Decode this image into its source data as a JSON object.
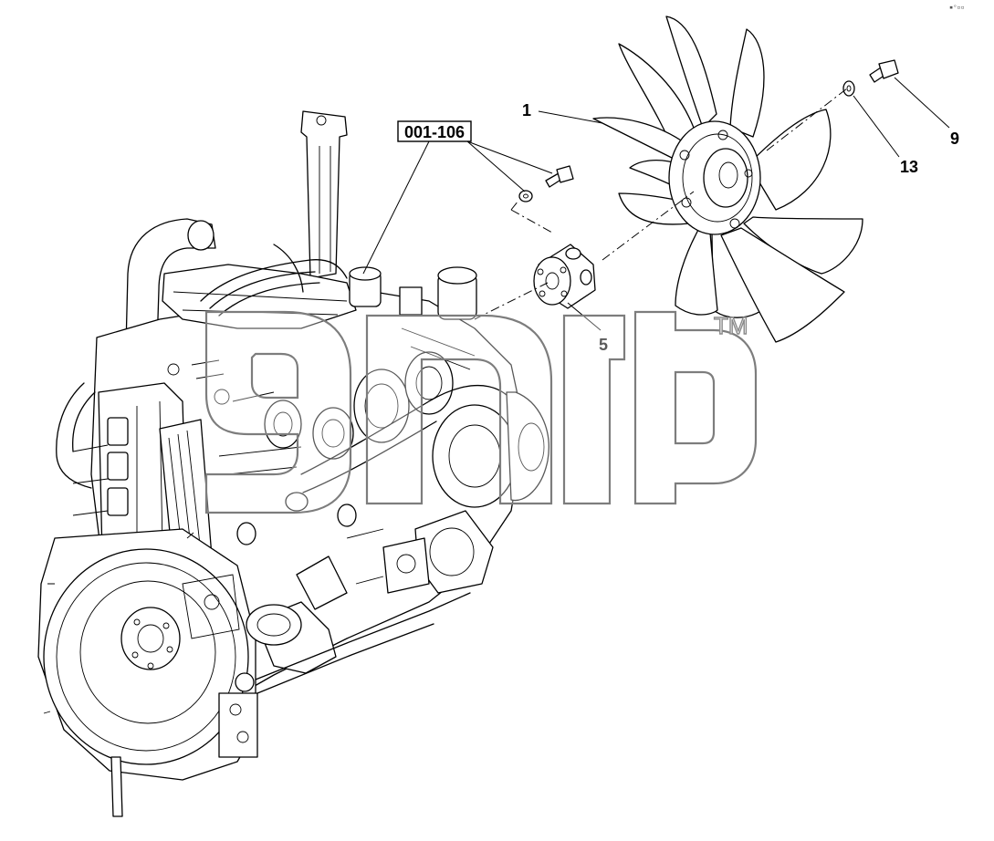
{
  "corner_mark": "▪ᵒ▫▫",
  "reference_label": "001-106",
  "callouts": {
    "fan": "1",
    "hub": "5",
    "bolt": "9",
    "washer": "13"
  },
  "watermark": {
    "trademark": "TM"
  },
  "colors": {
    "line": "#000000",
    "watermark_outline": "#7d7d7d",
    "background": "#ffffff"
  }
}
